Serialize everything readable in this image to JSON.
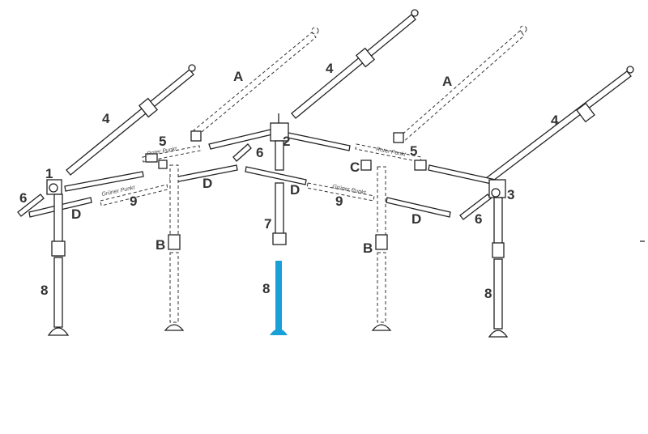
{
  "labels": {
    "n1": "1",
    "n2": "2",
    "n3": "3",
    "n4": "4",
    "n5": "5",
    "n6": "6",
    "n7": "7",
    "n8": "8",
    "n9": "9",
    "A": "A",
    "B": "B",
    "C": "C",
    "D": "D"
  },
  "annotations": {
    "roter_punkt": "Roter Punkt",
    "gruener_punkt": "Grüner Punkt"
  },
  "highlight": {
    "part": "8",
    "color": "#1aa0d8"
  },
  "colors": {
    "line": "#222222",
    "label": "#333333"
  }
}
